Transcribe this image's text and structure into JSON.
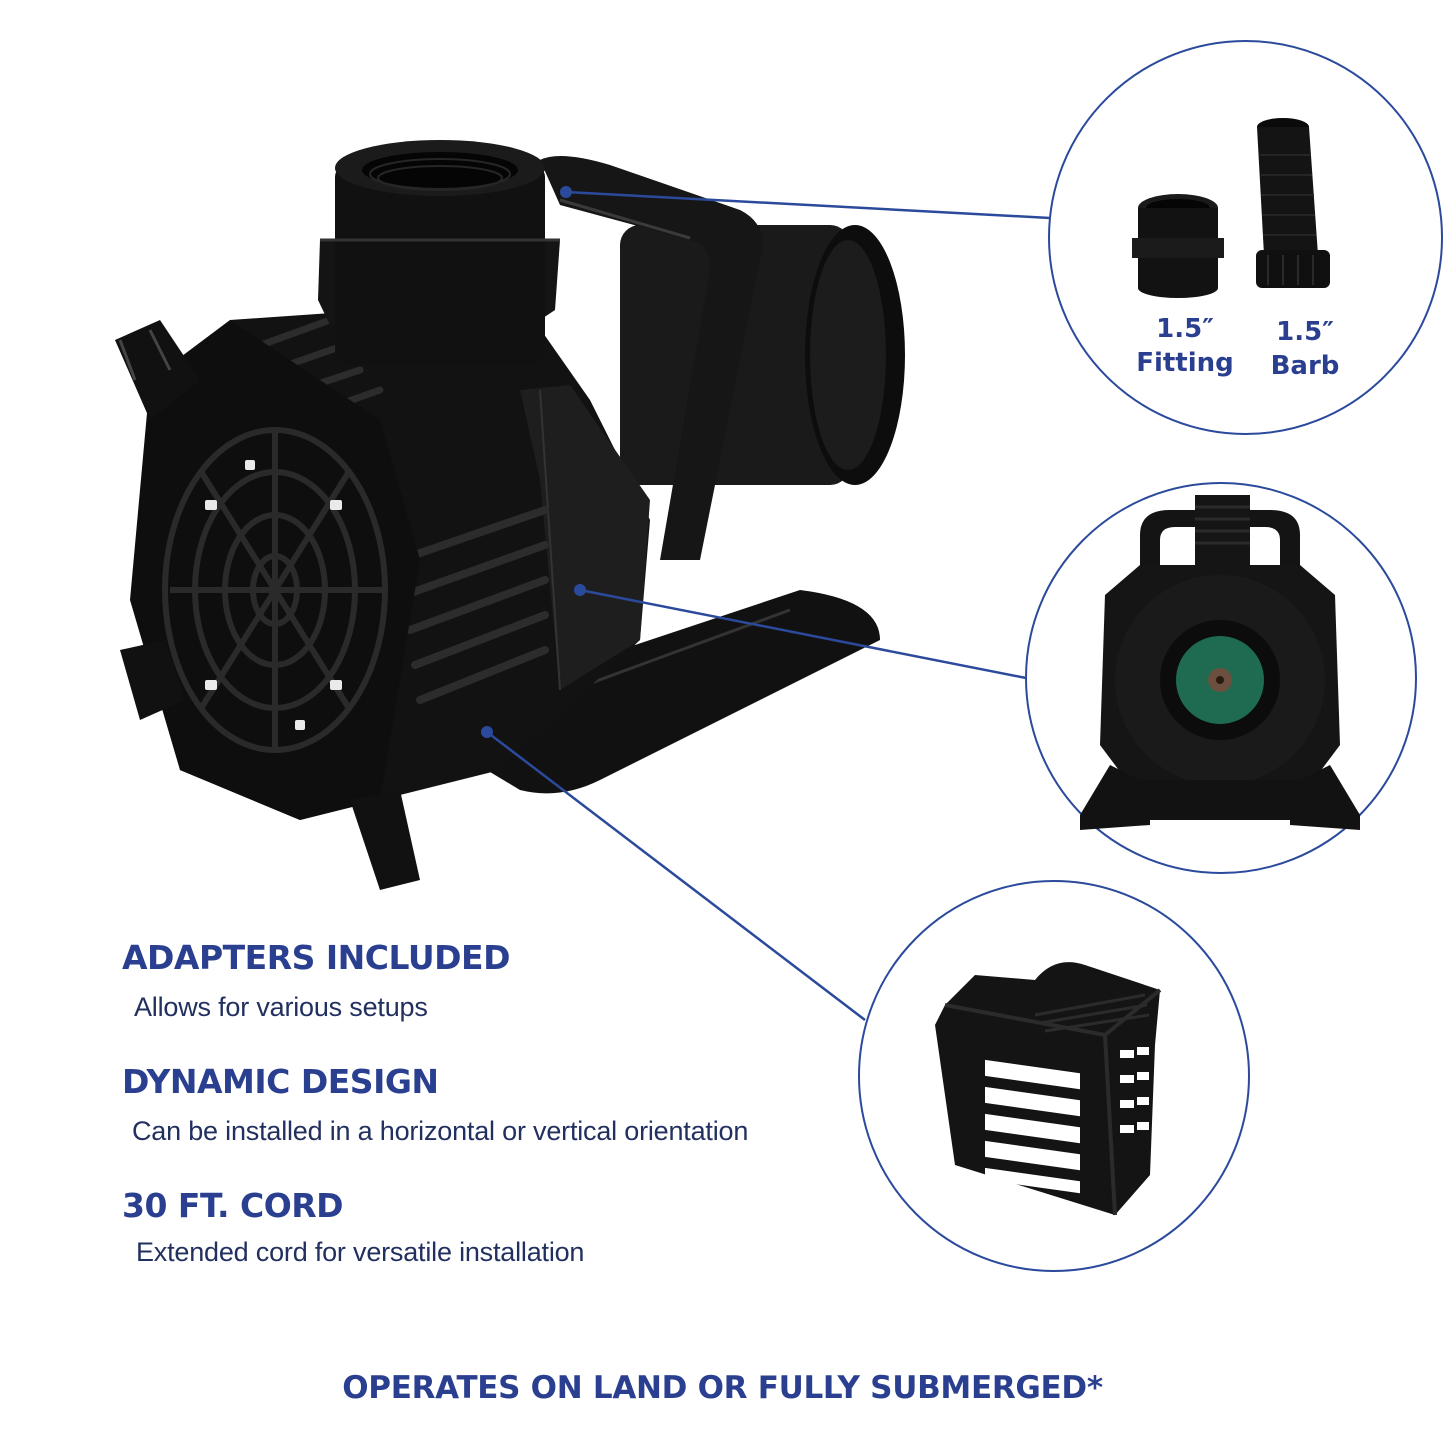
{
  "colors": {
    "accent": "#2a3f8f",
    "callout_line": "#2b4a9c",
    "product": "#141414",
    "background": "#ffffff",
    "impeller": "#1f6b52"
  },
  "product": {
    "image": "pond-pump-main-photo",
    "icon": "pump-icon"
  },
  "callouts": [
    {
      "name": "adapters",
      "items": [
        {
          "size": "1.5″",
          "label": "Fitting"
        },
        {
          "size": "1.5″",
          "label": "Barb"
        }
      ]
    },
    {
      "name": "front-view",
      "image": "pump-front-view"
    },
    {
      "name": "pre-filter-cage",
      "image": "pre-filter-cage"
    }
  ],
  "features": [
    {
      "title": "ADAPTERS INCLUDED",
      "description": "Allows for various setups"
    },
    {
      "title": "DYNAMIC DESIGN",
      "description": "Can be installed in a horizontal or vertical orientation"
    },
    {
      "title": "30 FT. CORD",
      "description": "Extended cord for versatile installation"
    }
  ],
  "tagline": "OPERATES ON LAND OR FULLY SUBMERGED*"
}
